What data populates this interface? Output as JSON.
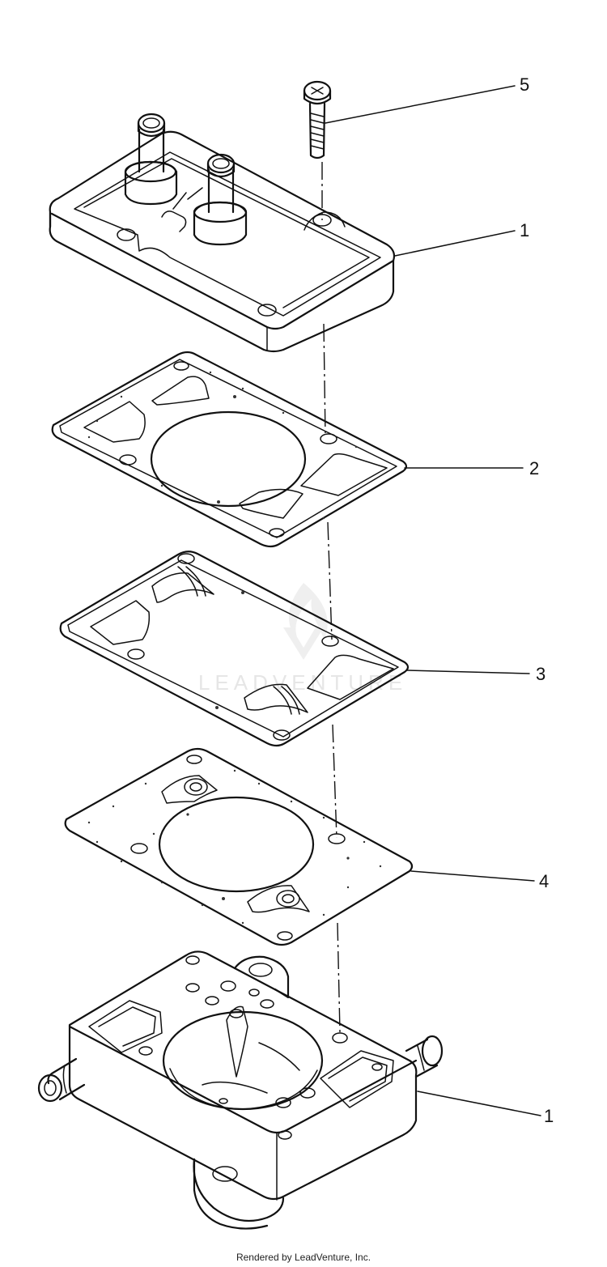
{
  "diagram": {
    "watermark_text": "LEADVENTURE",
    "callouts": [
      {
        "id": "callout-5",
        "label": "5"
      },
      {
        "id": "callout-1-top",
        "label": "1"
      },
      {
        "id": "callout-2",
        "label": "2"
      },
      {
        "id": "callout-3",
        "label": "3"
      },
      {
        "id": "callout-4",
        "label": "4"
      },
      {
        "id": "callout-1-bottom",
        "label": "1"
      }
    ]
  },
  "footer": {
    "text": "Rendered by LeadVenture, Inc."
  },
  "colors": {
    "line": "#111111",
    "background": "#ffffff",
    "watermark": "#e6e6e6"
  }
}
